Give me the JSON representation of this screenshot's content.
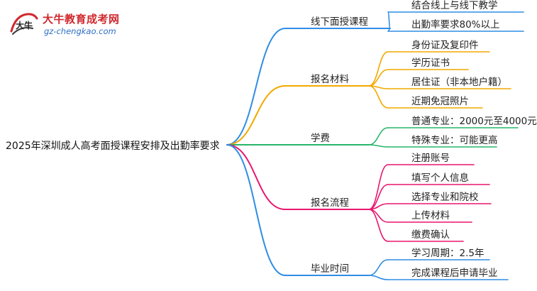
{
  "logo": {
    "name": "大牛教育成考网",
    "url": "gz-chengkao.com",
    "mark_text": "大牛"
  },
  "root": "2025年深圳成人高考面授课程安排及出勤率要求",
  "branches": [
    {
      "label": "线下面授课程",
      "color": "#2f8de4",
      "children": [
        "结合线上与线下教学",
        "出勤率要求80%以上"
      ]
    },
    {
      "label": "报名材料",
      "color": "#f2a900",
      "children": [
        "身份证及复印件",
        "学历证书",
        "居住证（非本地户籍）",
        "近期免冠照片"
      ]
    },
    {
      "label": "学费",
      "color": "#27b56a",
      "children": [
        "普通专业：2000元至4000元",
        "特殊专业：可能更高"
      ]
    },
    {
      "label": "报名流程",
      "color": "#e8166f",
      "children": [
        "注册账号",
        "填写个人信息",
        "选择专业和院校",
        "上传材料",
        "缴费确认"
      ]
    },
    {
      "label": "毕业时间",
      "color": "#2f8de4",
      "children": [
        "学习周期：2.5年",
        "完成课程后申请毕业"
      ]
    }
  ]
}
